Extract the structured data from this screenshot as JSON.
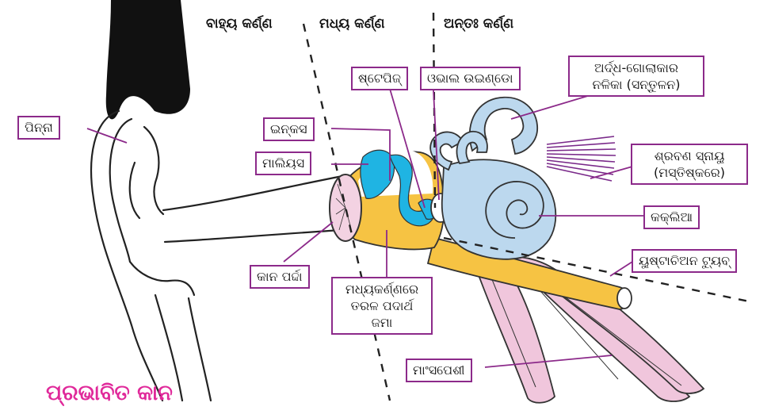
{
  "headers": {
    "outer_ear": "ବାହ୍ୟ କର୍ଣ୍ଣ",
    "middle_ear": "ମଧ୍ୟ କର୍ଣ୍ଣ",
    "inner_ear": "ଅନ୍ତଃ କର୍ଣ୍ଣ"
  },
  "labels": {
    "pinna": "ପିନ୍ନା",
    "incus": "ଇନ୍‌କସ",
    "malleus": "ମାଲିୟସ",
    "stapes": "ଷ୍ଟେପିଜ୍",
    "oval_window": "ଓଭାଲ ଉଇଣ୍ଡୋ",
    "semicircular_canals_line1": "ଅର୍ଦ୍ଧ-ଗୋଲାକାର",
    "semicircular_canals_line2": "ନଳିକା (ସନ୍ତୁଳନ)",
    "auditory_nerve_line1": "ଶ୍ରବଣ ସ୍ନାୟୁ",
    "auditory_nerve_line2": "(ମସ୍ତିଷ୍କରେ)",
    "cochlea": "କକ୍‌ଲିଆ",
    "eustachian_tube": "ୟୁଷ୍ଟାଚିଅନ ଟ୍ୟୁବ୍",
    "eardrum": "କାନ ପର୍ଦ୍ଦା",
    "fluid_line1": "ମଧ୍ୟକର୍ଣ୍ଣରେ",
    "fluid_line2": "ତରଳ ପଦାର୍ଥ",
    "fluid_line3": "ଜମା",
    "muscles": "ମାଂସପେଶୀ"
  },
  "title": "ପ୍ରଭାବିତ କାନ",
  "colors": {
    "label_border": "#8c2a8a",
    "title": "#e0299a",
    "fluid": "#f6c343",
    "ossicles": "#1fb4e3",
    "inner_ear": "#bcd8ee",
    "muscle": "#f0c6dc",
    "eardrum": "#f3d2e2"
  }
}
